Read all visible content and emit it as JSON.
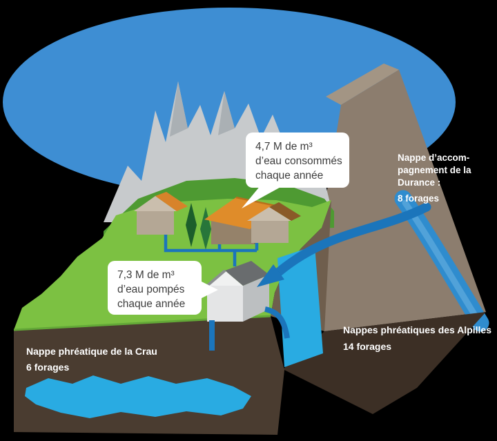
{
  "callouts": {
    "consumed": {
      "lines": [
        "4,7 M de m³",
        "d’eau consommés",
        "chaque année"
      ]
    },
    "pumped": {
      "lines": [
        "7,3 M de m³",
        "d’eau pompés",
        "chaque année"
      ]
    }
  },
  "labels": {
    "durance": {
      "lines": [
        "Nappe d’accom-",
        "pagnement de la",
        "Durance :",
        "8 forages"
      ]
    },
    "alpilles": {
      "lines": [
        "Nappes phréatiques des Alpilles",
        "14 forages"
      ]
    },
    "crau": {
      "lines": [
        "Nappe phréatique de la Crau",
        "6 forages"
      ]
    }
  },
  "colors": {
    "background": "#000000",
    "sky_blue": "#3e8ed3",
    "grass_green": "#7cc142",
    "hill_dark_green": "#4e9a32",
    "mountain_gray": "#c7cacc",
    "cliff_brown": "#8c7d6e",
    "cliff_top_brown": "#a39584",
    "mid_brown": "#6f5e4d",
    "soil_dark_brown": "#4a3c30",
    "soil_deep_brown": "#3c2f25",
    "water_cyan": "#29abe2",
    "flow_blue": "#1b75bb",
    "river_blue": "#2f8cce",
    "callout_bg": "#ffffff",
    "callout_text": "#3d3d3d",
    "label_text": "#ffffff"
  }
}
